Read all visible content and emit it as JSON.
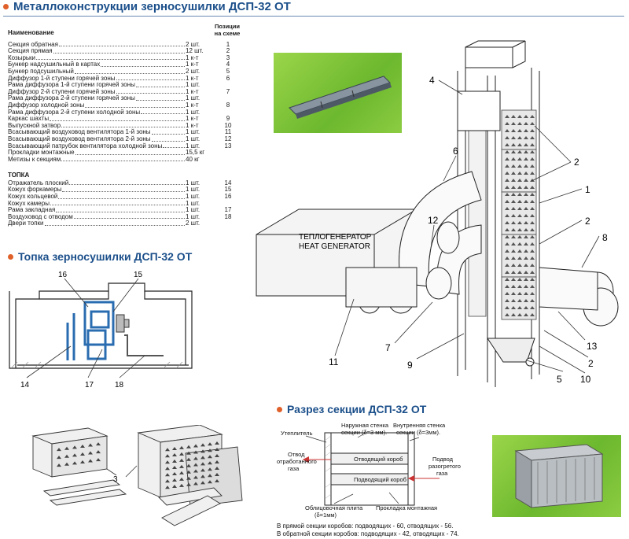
{
  "main_title": "Металлоконструкции зерносушилки ДСП-32 ОТ",
  "parts_table": {
    "header_name": "Наименование",
    "header_pos_line1": "Позиции",
    "header_pos_line2": "на схеме",
    "rows": [
      {
        "name": "Секция обратная",
        "qty": "2 шт.",
        "pos": "1"
      },
      {
        "name": "Секция прямая",
        "qty": "12 шт.",
        "pos": "2"
      },
      {
        "name": "Козырьки",
        "qty": "1 к-т",
        "pos": "3"
      },
      {
        "name": "Бункер надсушильный в картах",
        "qty": "1 к-т",
        "pos": "4"
      },
      {
        "name": "Бункер подсушильный",
        "qty": "2 шт.",
        "pos": "5"
      },
      {
        "name": "Диффузор 1-й ступени горячей зоны",
        "qty": "1 к-т",
        "pos": "6"
      },
      {
        "name": "Рама диффузора 1-й ступени горячей зоны",
        "qty": "1 шт.",
        "pos": ""
      },
      {
        "name": "Диффузор 2-й ступени горячей зоны",
        "qty": "1 к-т",
        "pos": "7"
      },
      {
        "name": "Рама диффузора 2-й ступени горячей зоны",
        "qty": "1 шт.",
        "pos": ""
      },
      {
        "name": "Диффузор холодной зоны",
        "qty": "1 к-т",
        "pos": "8"
      },
      {
        "name": "Рама диффузора 2-й ступени холодной зоны",
        "qty": "1 шт.",
        "pos": ""
      },
      {
        "name": "Каркас шахты",
        "qty": "1 к-т",
        "pos": "9"
      },
      {
        "name": "Выпускной затвор",
        "qty": "1 к-т",
        "pos": "10"
      },
      {
        "name": "Всасывающий воздуховод вентилятора 1-й зоны",
        "qty": "1 шт.",
        "pos": "11"
      },
      {
        "name": "Всасывающий воздуховод вентилятора 2-й зоны",
        "qty": "1 шт.",
        "pos": "12"
      },
      {
        "name": "Всасывающий патрубок вентилятора холодной зоны",
        "qty": "1 шт.",
        "pos": "13"
      },
      {
        "name": "Прокладки монтажные",
        "qty": "15,5 кг",
        "pos": ""
      },
      {
        "name": "Метизы к секциям",
        "qty": "40 кг",
        "pos": ""
      }
    ],
    "furnace_header": "ТОПКА",
    "furnace_rows": [
      {
        "name": "Отражатель плоский",
        "qty": "1 шт.",
        "pos": "14"
      },
      {
        "name": "Кожух форкамеры",
        "qty": "1 шт.",
        "pos": "15"
      },
      {
        "name": "Кожух кольцевой",
        "qty": "1 шт.",
        "pos": "16"
      },
      {
        "name": "Кожух камеры",
        "qty": "1 шт.",
        "pos": ""
      },
      {
        "name": "Рама закладная",
        "qty": "1 шт.",
        "pos": "17"
      },
      {
        "name": "Воздуховод с отводом",
        "qty": "1 шт.",
        "pos": "18"
      },
      {
        "name": "Двери топки",
        "qty": "2 шт.",
        "pos": ""
      }
    ]
  },
  "furnace_title": "Топка зерносушилки ДСП-32 ОТ",
  "furnace_labels": [
    "16",
    "15",
    "14",
    "17",
    "18"
  ],
  "dryer_labels": {
    "heat_gen_ru": "ТЕПЛОГЕНЕРАТОР",
    "heat_gen_en": "HEAT GENERATOR",
    "n4": "4",
    "n6": "6",
    "n2a": "2",
    "n1": "1",
    "n2b": "2",
    "n8": "8",
    "n12": "12",
    "n11": "11",
    "n7": "7",
    "n9": "9",
    "n5": "5",
    "n10": "10",
    "n13": "13",
    "n2c": "2"
  },
  "bottom_label_3": "3",
  "section_title": "Разрез секции ДСП-32 ОТ",
  "section_diagram": {
    "insulation": "Утеплитель",
    "outer_wall": "Наружная стенка",
    "outer_wall_2": "секции (δ=3 мм).",
    "inner_wall": "Внутренняя стенка",
    "inner_wall_2": "секции (δ=3мм).",
    "exhaust_1": "Отвод",
    "exhaust_2": "отработанного",
    "exhaust_3": "газа",
    "outlet_box": "Отводящий короб",
    "inlet_box": "Подводящий короб",
    "heated_1": "Подвод",
    "heated_2": "разогретого",
    "heated_3": "газа",
    "cladding_1": "Облицовочная плита",
    "cladding_2": "(δ=1мм)",
    "gasket": "Прокладка монтажная"
  },
  "notes": [
    "В прямой секции коробов: подводящих - 60, отводящих - 56.",
    "В обратной секции коробов: подводящих - 42, отводящих - 74."
  ],
  "colors": {
    "title_blue": "#1b4f8a",
    "bullet_orange": "#e0602a",
    "frame_blue": "#2a6cb0"
  }
}
